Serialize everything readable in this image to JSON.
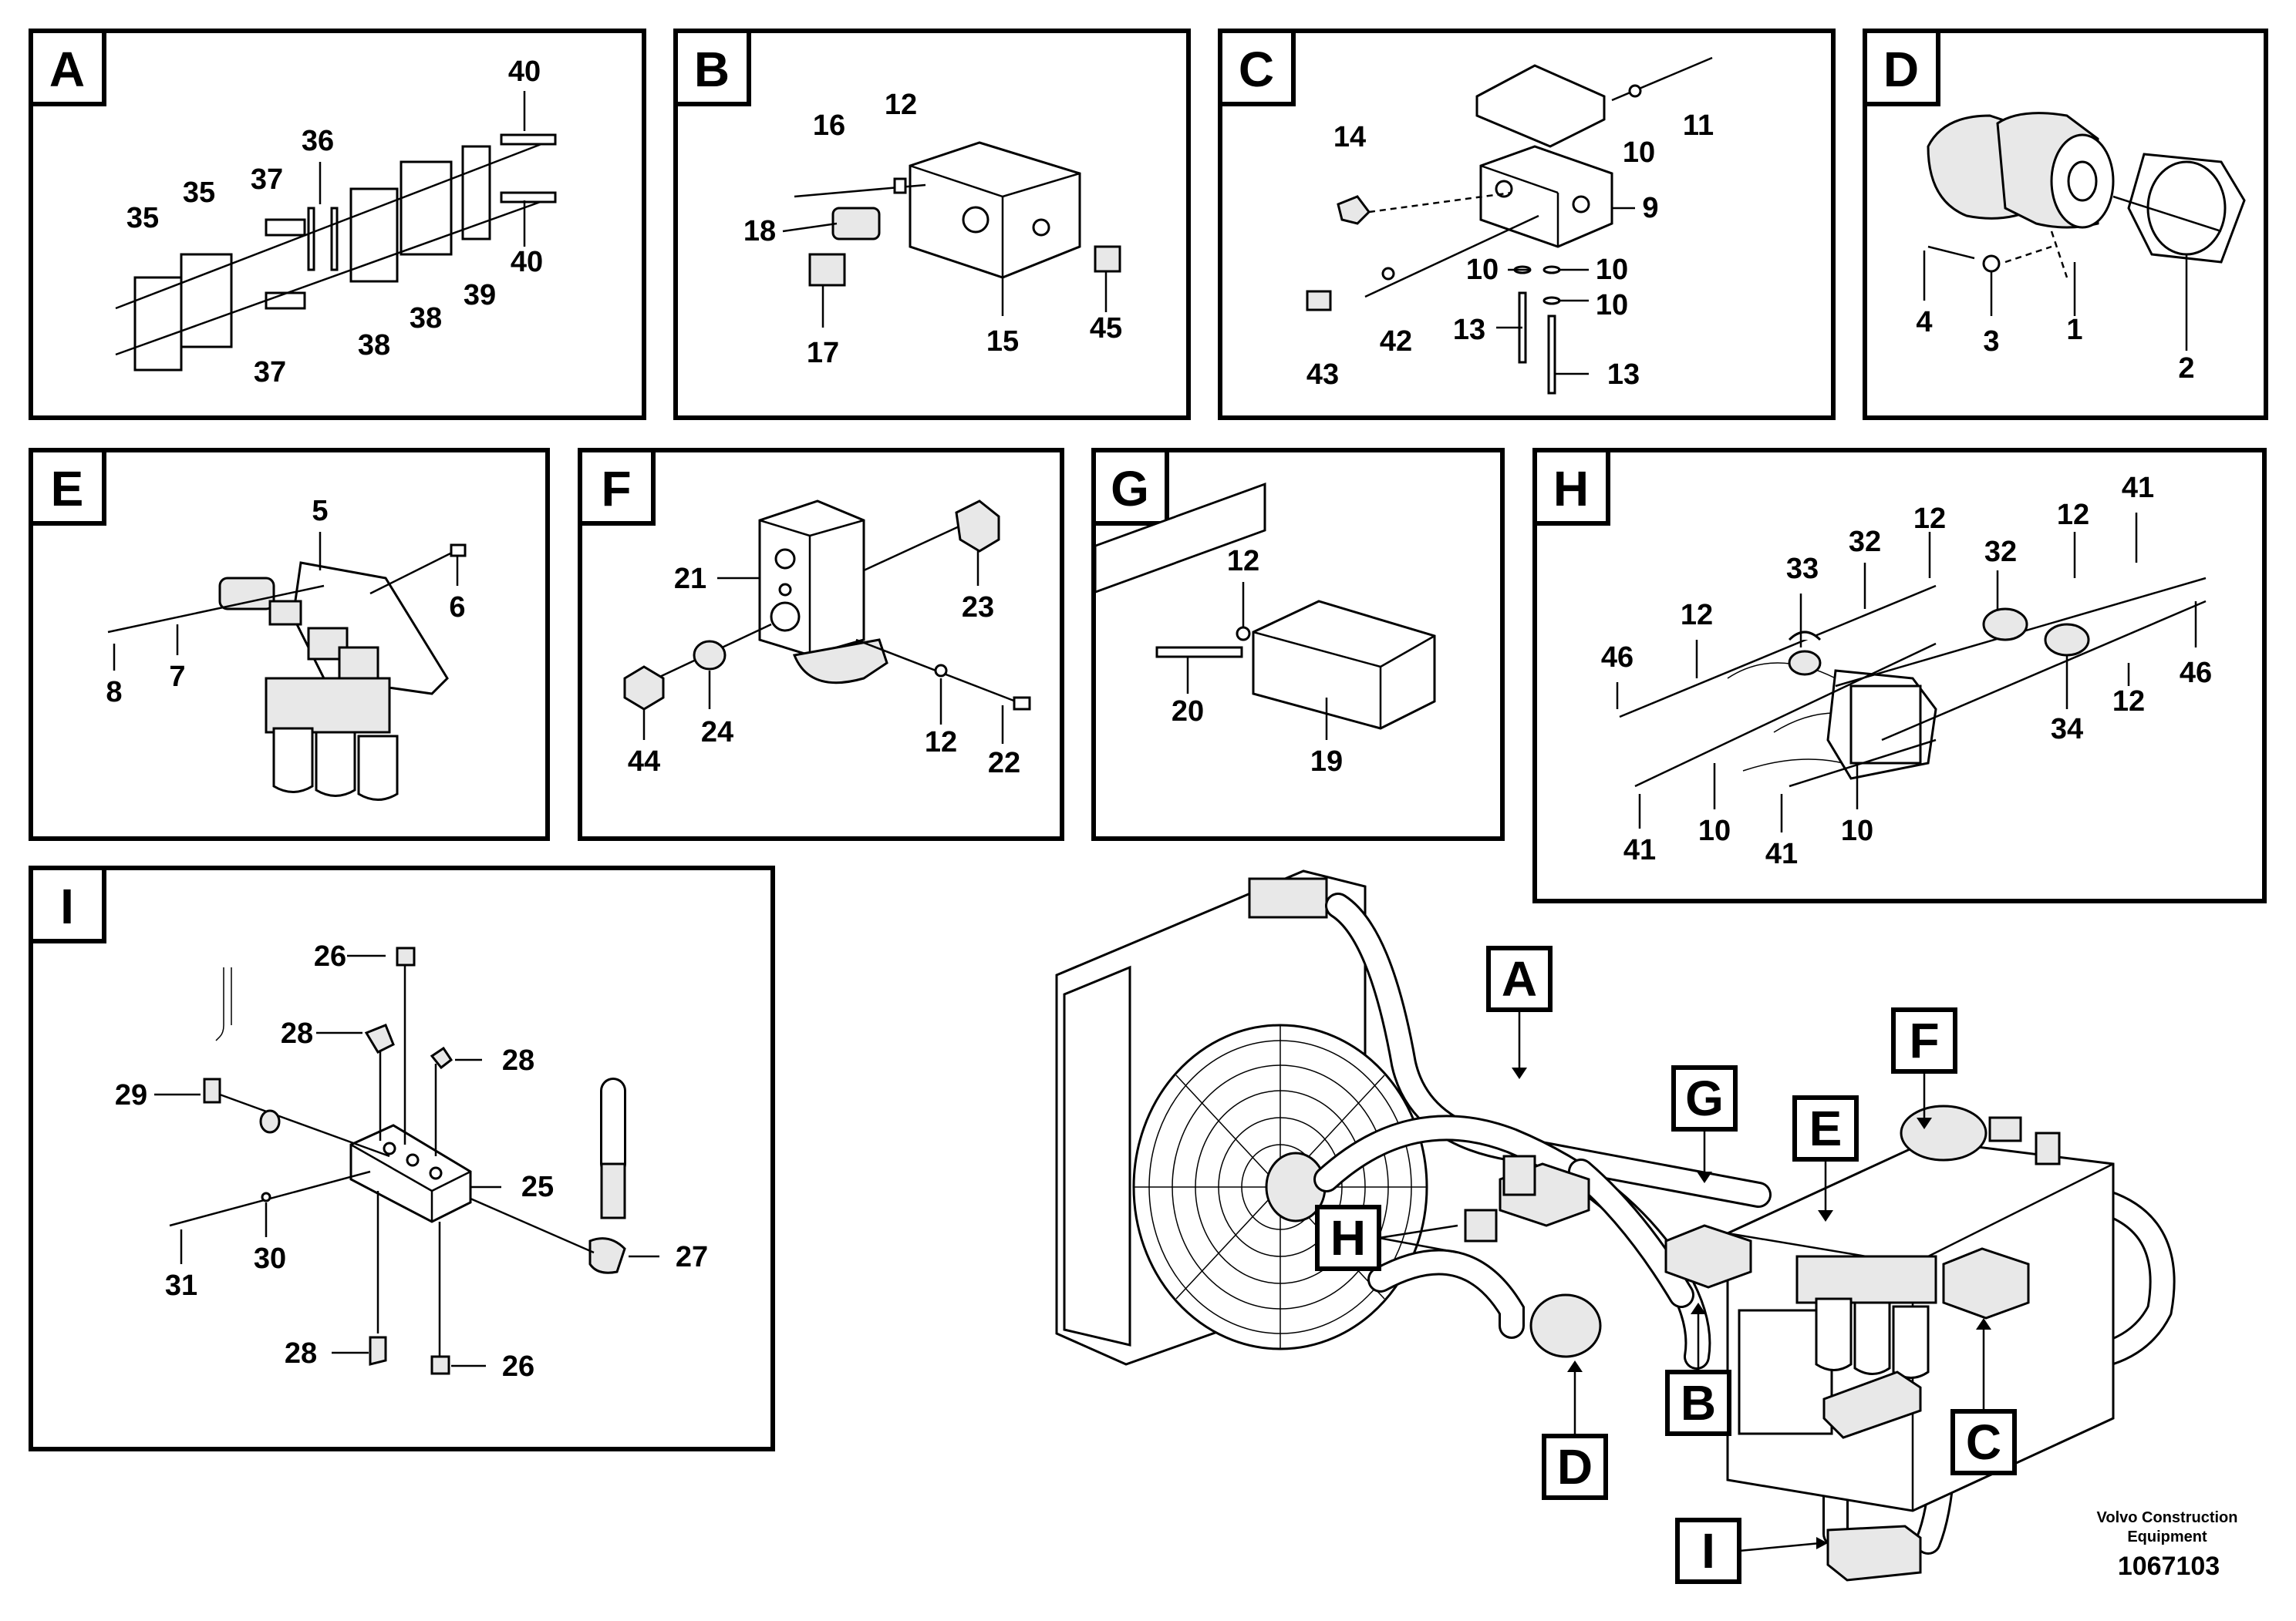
{
  "panels": [
    {
      "letter": "A",
      "callouts": [
        "40",
        "36",
        "35",
        "37",
        "35",
        "40",
        "39",
        "38",
        "38",
        "37"
      ]
    },
    {
      "letter": "B",
      "callouts": [
        "16",
        "12",
        "18",
        "17",
        "15",
        "45"
      ]
    },
    {
      "letter": "C",
      "callouts": [
        "11",
        "14",
        "10",
        "9",
        "10",
        "10",
        "10",
        "13",
        "43",
        "42",
        "13"
      ]
    },
    {
      "letter": "D",
      "callouts": [
        "4",
        "3",
        "1",
        "2"
      ]
    },
    {
      "letter": "E",
      "callouts": [
        "5",
        "6",
        "8",
        "7"
      ]
    },
    {
      "letter": "F",
      "callouts": [
        "21",
        "23",
        "44",
        "24",
        "12",
        "22"
      ]
    },
    {
      "letter": "G",
      "callouts": [
        "12",
        "20",
        "19"
      ]
    },
    {
      "letter": "H",
      "callouts": [
        "46",
        "12",
        "33",
        "32",
        "12",
        "32",
        "12",
        "41",
        "46",
        "34",
        "12",
        "41",
        "10",
        "41",
        "10"
      ]
    },
    {
      "letter": "I",
      "callouts": [
        "26",
        "28",
        "28",
        "29",
        "25",
        "30",
        "27",
        "31",
        "28",
        "26"
      ]
    }
  ],
  "overview_labels": [
    "A",
    "F",
    "G",
    "E",
    "H",
    "B",
    "C",
    "D",
    "I"
  ],
  "credit": {
    "line1": "Volvo Construction",
    "line2": "Equipment"
  },
  "document_number": "1067103"
}
